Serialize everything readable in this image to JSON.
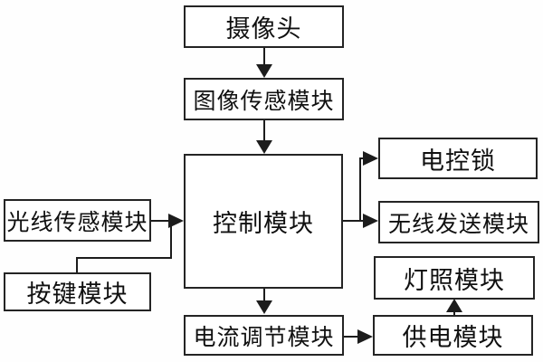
{
  "diagram": {
    "title": "door-control system block diagram",
    "colors": {
      "background": "#ffffff",
      "line": "#1c1c1c",
      "box_border": "#242424",
      "text": "#101010"
    },
    "nodes": {
      "camera": {
        "label": "摄像头"
      },
      "image_sensor": {
        "label": "图像传感模块"
      },
      "control": {
        "label": "控制模块"
      },
      "light_sensor": {
        "label": "光线传感模块"
      },
      "button": {
        "label": "按键模块"
      },
      "lock": {
        "label": "电控锁"
      },
      "wireless": {
        "label": "无线发送模块"
      },
      "lighting": {
        "label": "灯照模块"
      },
      "power": {
        "label": "供电模块"
      },
      "current": {
        "label": "电流调节模块"
      }
    },
    "edges": [
      {
        "from": "camera",
        "to": "image_sensor",
        "direction": "down"
      },
      {
        "from": "image_sensor",
        "to": "control",
        "direction": "down"
      },
      {
        "from": "light_sensor",
        "to": "control",
        "direction": "right"
      },
      {
        "from": "button",
        "to": "control",
        "direction": "elbow-up-right"
      },
      {
        "from": "control",
        "to": "lock",
        "direction": "right-branch-up"
      },
      {
        "from": "control",
        "to": "wireless",
        "direction": "right"
      },
      {
        "from": "control",
        "to": "current",
        "direction": "down"
      },
      {
        "from": "current",
        "to": "power",
        "direction": "right"
      },
      {
        "from": "power",
        "to": "lighting",
        "direction": "up"
      }
    ]
  }
}
